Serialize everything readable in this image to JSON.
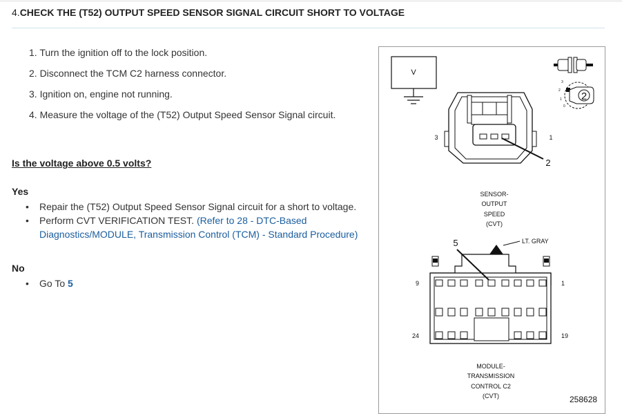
{
  "step": {
    "number": "4.",
    "title": "CHECK THE (T52) OUTPUT SPEED SENSOR SIGNAL CIRCUIT SHORT TO VOLTAGE"
  },
  "steps": [
    "1. Turn the ignition off to the lock position.",
    "2. Disconnect the TCM C2 harness connector.",
    "3. Ignition on, engine not running.",
    "4. Measure the voltage of the (T52) Output Speed Sensor Signal circuit."
  ],
  "question": "Is the voltage above 0.5 volts?",
  "yes": {
    "label": "Yes",
    "items": [
      {
        "text": "Repair the (T52) Output Speed Sensor Signal circuit for a short to voltage."
      },
      {
        "text": "Perform CVT VERIFICATION TEST. ",
        "link": "(Refer to 28 - DTC-Based Diagnostics/MODULE, Transmission Control (TCM) - Standard Procedure)"
      }
    ]
  },
  "no": {
    "label": "No",
    "goto_text": "Go To ",
    "goto_link": "5"
  },
  "figure": {
    "meter_label": "V",
    "sensor_pin_left": "3",
    "sensor_pin_right": "1",
    "callout_2": "2",
    "ignition_badge": "2",
    "key_positions": [
      "3",
      "2",
      "1",
      "0"
    ],
    "sensor_label": [
      "SENSOR-",
      "OUTPUT",
      "SPEED",
      "(CVT)"
    ],
    "wire_color": "LT. GRAY",
    "callout_5": "5",
    "module_pin_9": "9",
    "module_pin_1": "1",
    "module_pin_24": "24",
    "module_pin_19": "19",
    "module_label": [
      "MODULE-",
      "TRANSMISSION",
      "CONTROL C2",
      "(CVT)"
    ],
    "figure_id": "258628"
  },
  "colors": {
    "link": "#1a5d9e",
    "divider": "#cfe3ee",
    "border": "#9a9a9a"
  }
}
